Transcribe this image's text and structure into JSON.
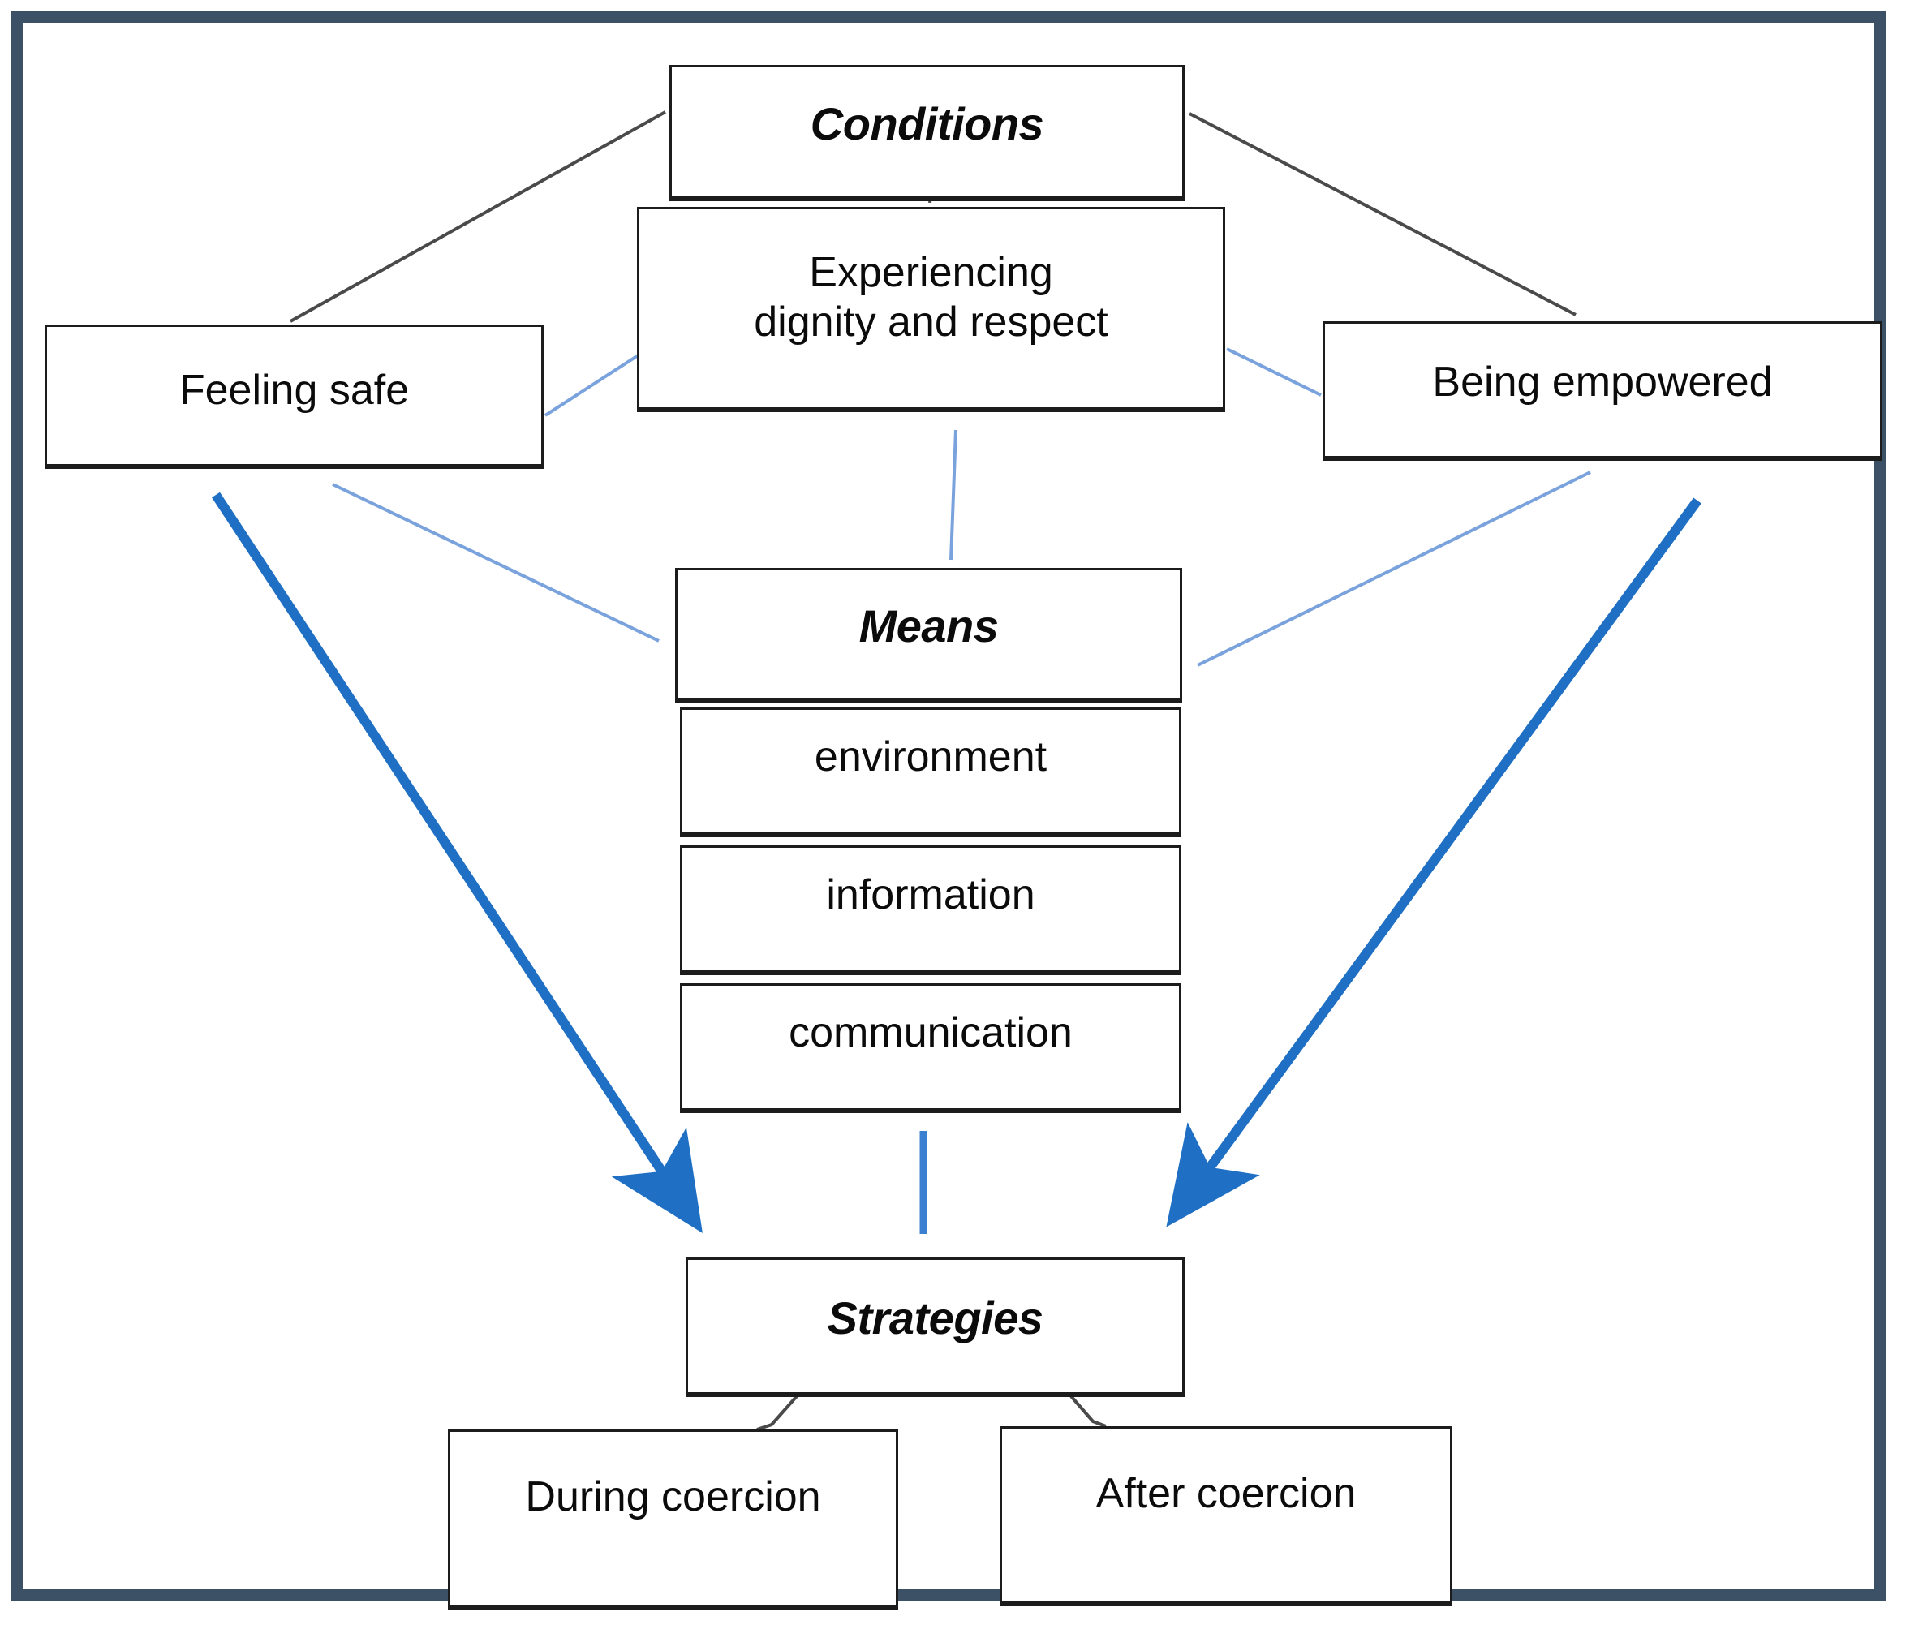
{
  "diagram": {
    "title_visible": false,
    "frame_color": "#3d5166",
    "node_border_color": "#1c1c1c",
    "thin_connector_color": "#7aa2dc",
    "dark_connector_color": "#4a4a4a",
    "arrow_color": "#1f6fc4",
    "nodes": {
      "conditions": {
        "label": "Conditions",
        "style": "heading"
      },
      "experiencing": {
        "label": "Experiencing\ndignity and respect",
        "style": "plain"
      },
      "feeling_safe": {
        "label": "Feeling safe",
        "style": "plain"
      },
      "being_empowered": {
        "label": "Being empowered",
        "style": "plain"
      },
      "means": {
        "label": "Means",
        "style": "heading"
      },
      "environment": {
        "label": "environment",
        "style": "plain"
      },
      "information": {
        "label": "information",
        "style": "plain"
      },
      "communication": {
        "label": "communication",
        "style": "plain"
      },
      "strategies": {
        "label": "Strategies",
        "style": "heading"
      },
      "during_coercion": {
        "label": "During coercion",
        "style": "plain"
      },
      "after_coercion": {
        "label": "After coercion",
        "style": "plain"
      }
    },
    "connectors": [
      {
        "name": "conditions-to-feeling-safe",
        "kind": "thin-dark"
      },
      {
        "name": "conditions-to-being-empowered",
        "kind": "thin-dark"
      },
      {
        "name": "conditions-to-experiencing",
        "kind": "thin-dark"
      },
      {
        "name": "feeling-safe-to-experiencing",
        "kind": "thin-blue"
      },
      {
        "name": "experiencing-to-being-empowered",
        "kind": "thin-blue"
      },
      {
        "name": "experiencing-to-means",
        "kind": "thin-blue"
      },
      {
        "name": "feeling-safe-to-means",
        "kind": "thin-blue"
      },
      {
        "name": "being-empowered-to-means",
        "kind": "thin-blue"
      },
      {
        "name": "feeling-safe-to-strategies-arrow",
        "kind": "thick-blue-arrow"
      },
      {
        "name": "being-empowered-to-strategies-arrow",
        "kind": "thick-blue-arrow"
      },
      {
        "name": "communication-to-strategies",
        "kind": "thick-blue-line"
      },
      {
        "name": "strategies-to-during-coercion",
        "kind": "thin-dark"
      },
      {
        "name": "strategies-to-after-coercion",
        "kind": "thin-dark"
      }
    ]
  }
}
